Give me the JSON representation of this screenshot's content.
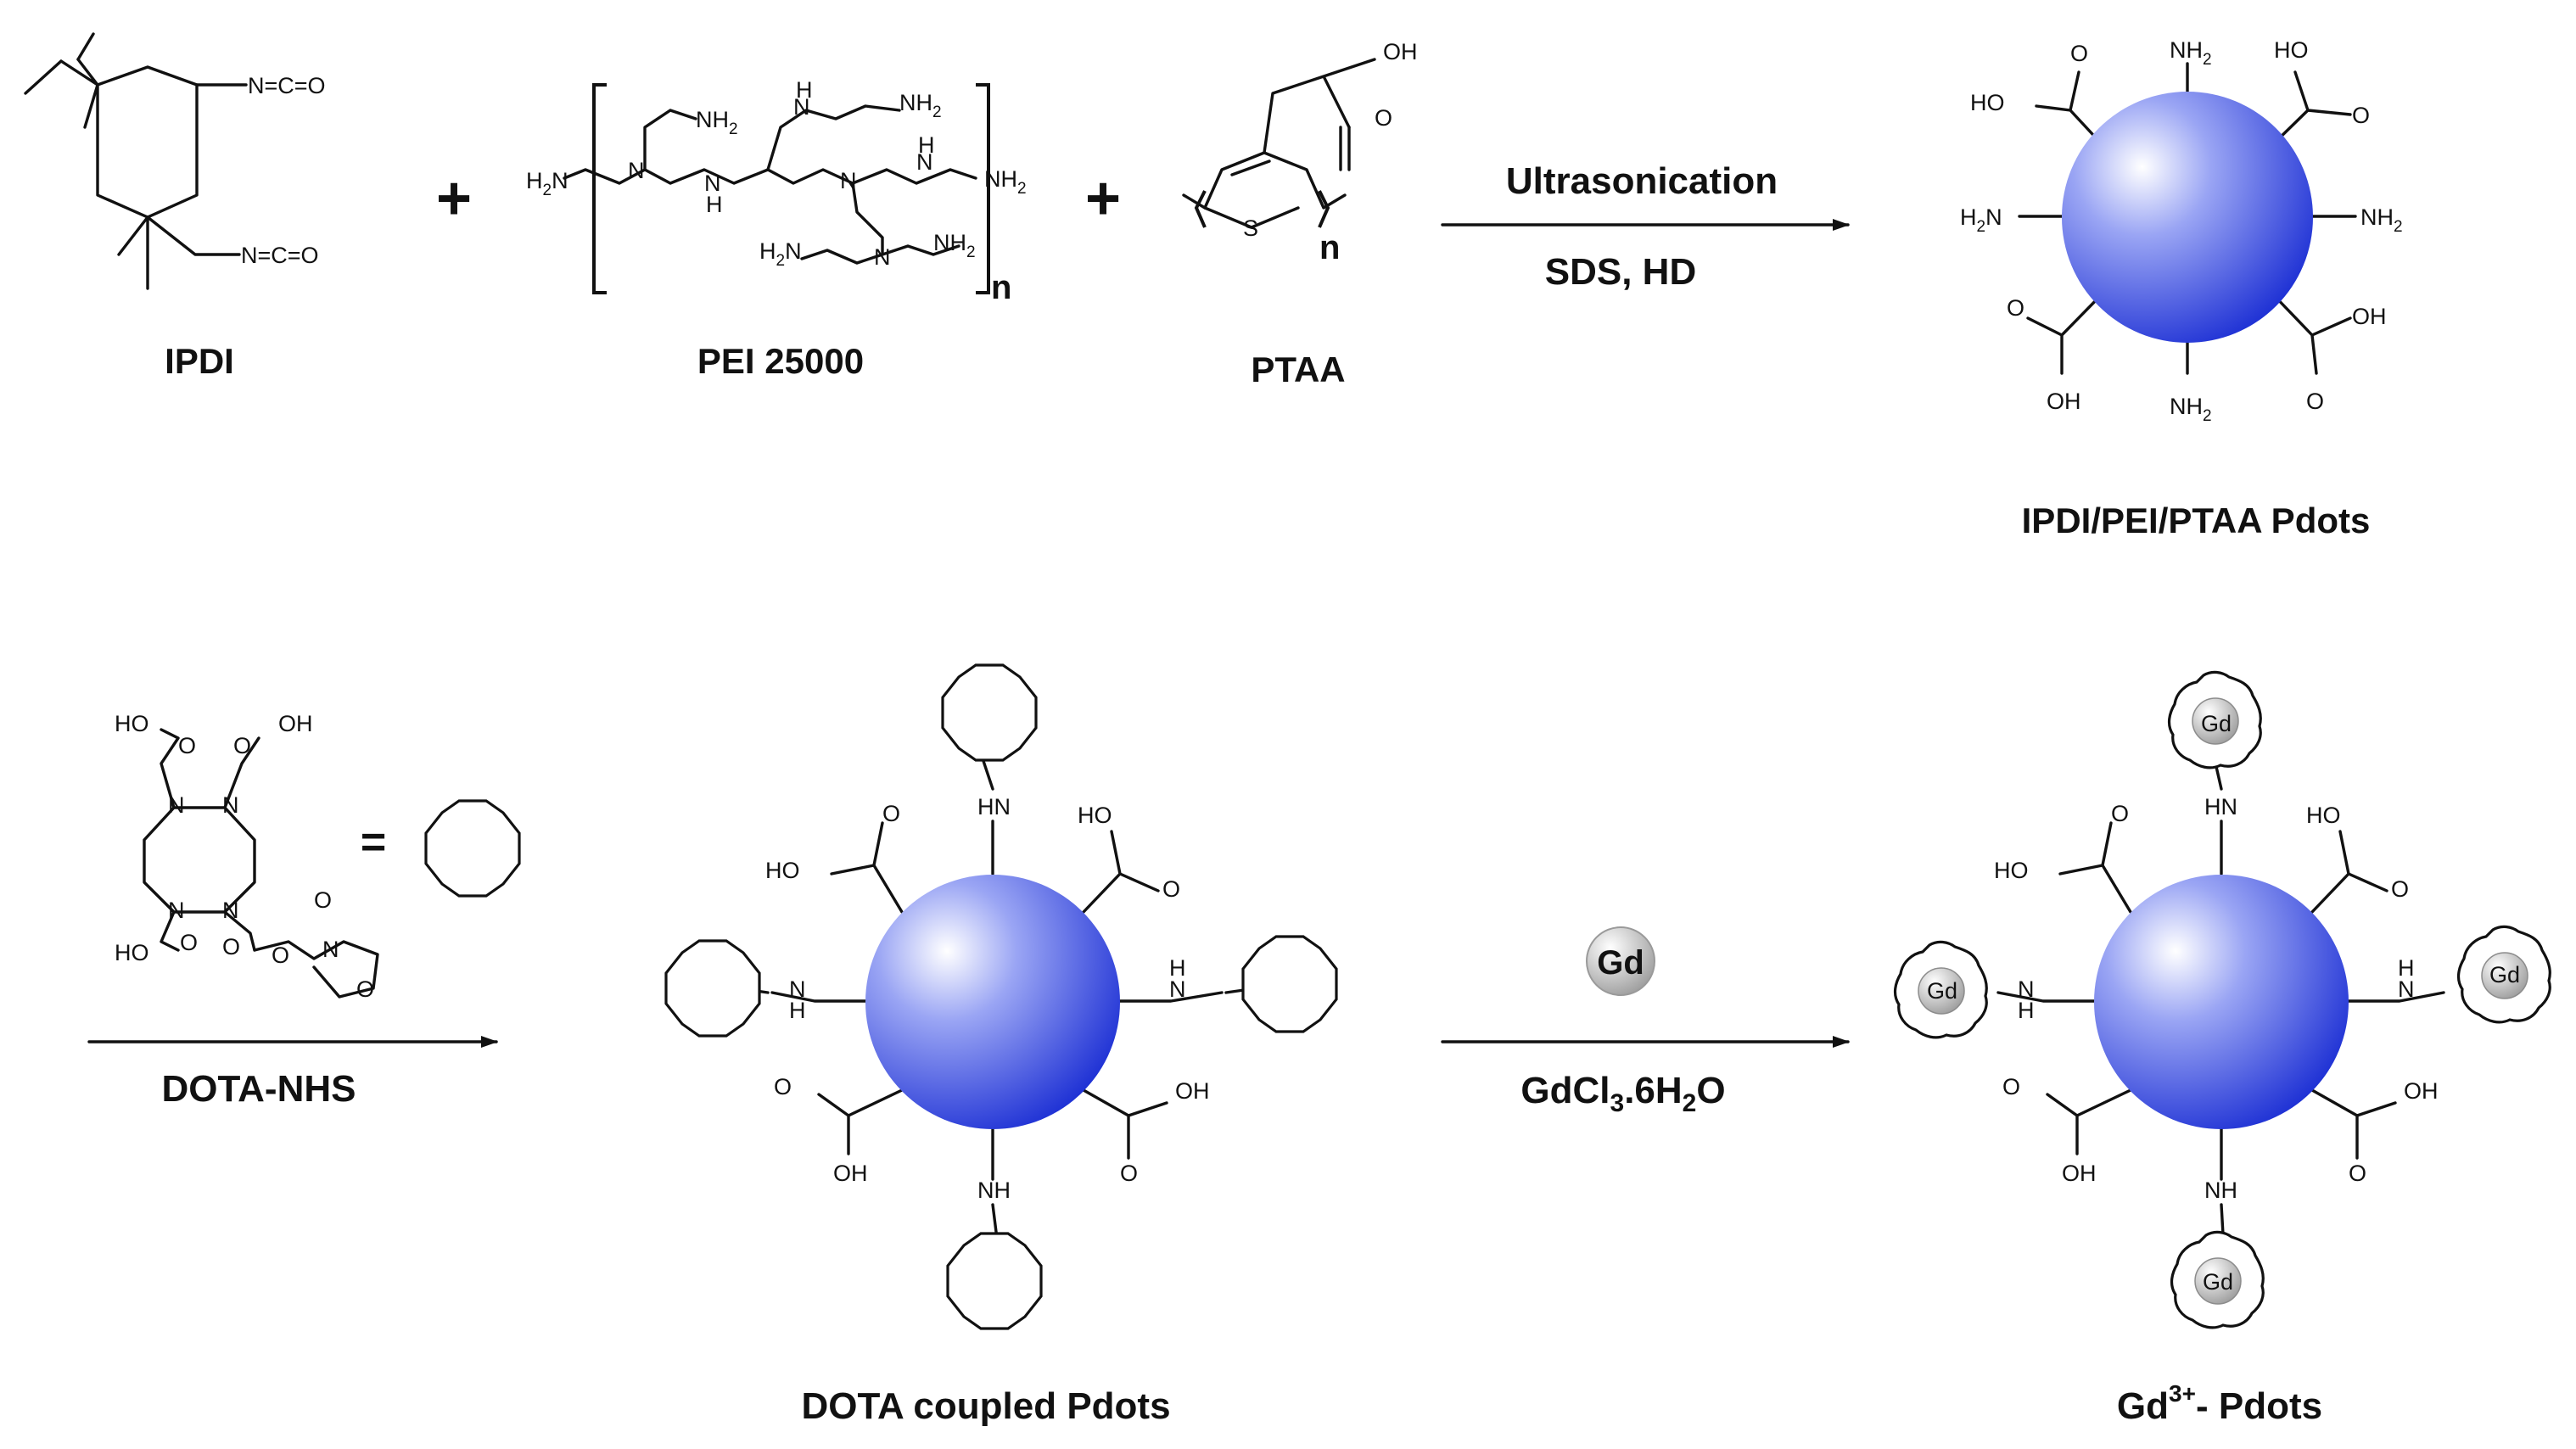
{
  "labels": {
    "ipdi": "IPDI",
    "pei": "PEI 25000",
    "ptaa": "PTAA",
    "pdots": "IPDI/PEI/PTAA Pdots",
    "dota_nhs": "DOTA-NHS",
    "dota_pdots": "DOTA coupled Pdots",
    "gd_pdots_base": "Gd",
    "gd_pdots_sup": "3+",
    "gd_pdots_tail": "- Pdots"
  },
  "conditions": {
    "step1_top": "Ultrasonication",
    "step1_bottom": "SDS, HD",
    "step3_reagent": "Gd",
    "step3_salt_a": "GdCl",
    "step3_salt_sub1": "3",
    "step3_salt_b": ".6H",
    "step3_salt_sub2": "2",
    "step3_salt_c": "O"
  },
  "symbols": {
    "plus": "+",
    "equals": "=",
    "repeat": "n"
  },
  "atoms": {
    "nco": "N=C=O",
    "h2n": "H",
    "nh2": "NH",
    "two": "2",
    "n": "N",
    "h": "H",
    "s": "S",
    "o": "O",
    "oh": "OH",
    "ho": "HO",
    "hn": "HN",
    "nh": "NH",
    "gd": "Gd"
  },
  "colors": {
    "sphere_core": "#ffffff",
    "sphere_mid": "#8a97f2",
    "sphere_edge": "#1c2fd4",
    "gd_sphere": "#bdbdbd"
  }
}
